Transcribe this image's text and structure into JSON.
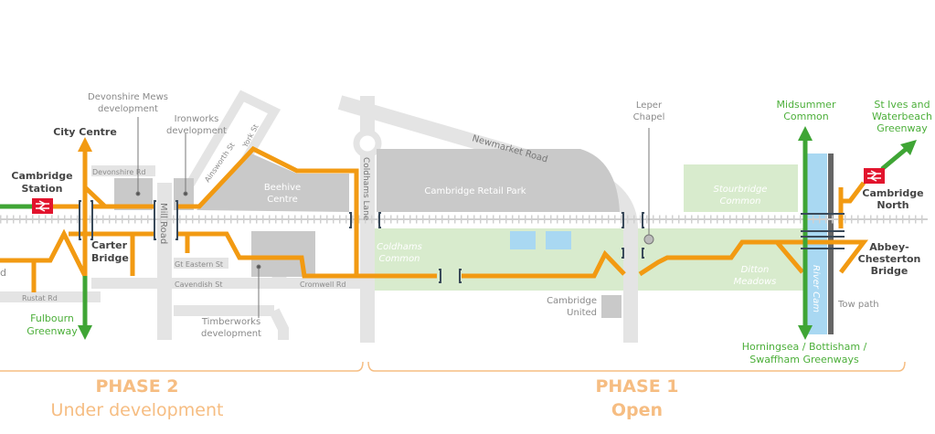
{
  "places": {
    "city_centre": "City Centre",
    "cambridge_station": [
      "Cambridge",
      "Station"
    ],
    "carter_bridge": [
      "Carter",
      "Bridge"
    ],
    "devonshire_mews": [
      "Devonshire Mews",
      "development"
    ],
    "ironworks": [
      "Ironworks",
      "development"
    ],
    "timberworks": [
      "Timberworks",
      "development"
    ],
    "beehive": [
      "Beehive",
      "Centre"
    ],
    "retail_park": "Cambridge Retail Park",
    "coldhams_common": [
      "Coldhams",
      "Common"
    ],
    "cambridge_united": [
      "Cambridge",
      "United"
    ],
    "leper_chapel": [
      "Leper",
      "Chapel"
    ],
    "stourbridge_common": [
      "Stourbridge",
      "Common"
    ],
    "ditton_meadows": [
      "Ditton",
      "Meadows"
    ],
    "river_cam": "River Cam",
    "tow_path": "Tow path",
    "cambridge_north": [
      "Cambridge",
      "North"
    ],
    "abbey_chesterton": [
      "Abbey-",
      "Chesterton",
      "Bridge"
    ],
    "left_cut": "d"
  },
  "roads": {
    "devonshire_rd": "Devonshire Rd",
    "mill_road": "Mill Road",
    "ainsworth_st": "Ainsworth St",
    "york_st": "York St",
    "gt_eastern_st": "Gt Eastern St",
    "cavendish_st": "Cavendish St",
    "rustat_rd": "Rustat Rd",
    "cromwell_rd": "Cromwell Rd",
    "coldhams_lane": "Coldhams Lane",
    "newmarket_road": "Newmarket Road"
  },
  "greenways": {
    "fulbourn": [
      "Fulbourn",
      "Greenway"
    ],
    "midsummer": [
      "Midsummer",
      "Common"
    ],
    "st_ives": [
      "St Ives and",
      "Waterbeach",
      "Greenway"
    ],
    "horningsea": [
      "Horningsea / Bottisham /",
      "Swaffham Greenways"
    ]
  },
  "phases": [
    {
      "title": "PHASE 2",
      "status": "Under development"
    },
    {
      "title": "PHASE 1",
      "status": "Open"
    }
  ],
  "colors": {
    "route": "#f29a12",
    "greenway": "#3fa535",
    "phase": "#f6bd82",
    "rail_icon": "#e2142d"
  }
}
